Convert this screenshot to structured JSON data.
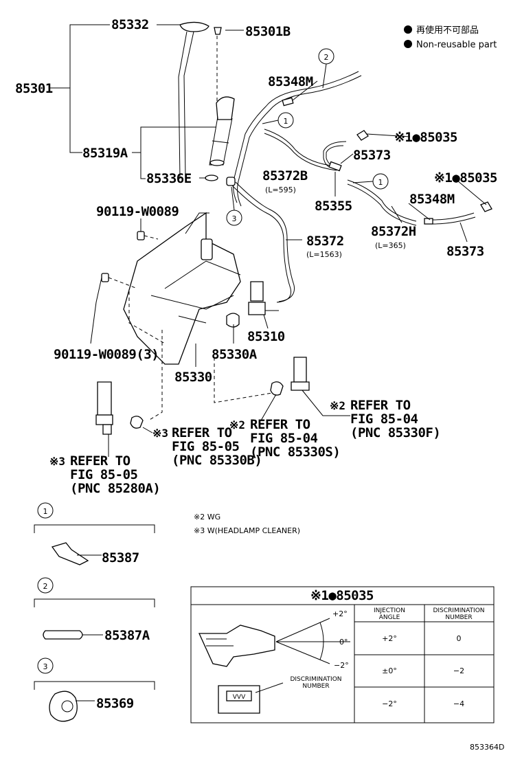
{
  "legend": {
    "reuse_jp": "再使用不可部品",
    "reuse_en": "Non-reusable part"
  },
  "labels": {
    "p85332": "85332",
    "p85301B": "85301B",
    "p85301": "85301",
    "p85319A": "85319A",
    "p85336E": "85336E",
    "p85348M_top": "85348M",
    "p85035_a": "※1●85035",
    "p85373_a": "85373",
    "p85372B": "85372B",
    "p85372B_len": "(L=595)",
    "p85355": "85355",
    "p85035_b": "※1●85035",
    "p85348M_b": "85348M",
    "p85372H": "85372H",
    "p85372H_len": "(L=365)",
    "p85373_b": "85373",
    "p90119_a": "90119-W0089",
    "p85372": "85372",
    "p85372_len": "(L=1563)",
    "p85310": "85310",
    "p90119_b": "90119-W0089(3)",
    "p85330A": "85330A",
    "p85330": "85330",
    "ref2a_mark": "※2",
    "ref2a_l1": "REFER TO",
    "ref2a_l2": "FIG 85-04",
    "ref2a_l3": "(PNC 85330F)",
    "ref2b_mark": "※2",
    "ref2b_l1": "REFER TO",
    "ref2b_l2": "FIG 85-04",
    "ref2b_l3": "(PNC 85330S)",
    "ref3a_mark": "※3",
    "ref3a_l1": "REFER TO",
    "ref3a_l2": "FIG 85-05",
    "ref3a_l3": "(PNC 85330B)",
    "ref3b_mark": "※3",
    "ref3b_l1": "REFER TO",
    "ref3b_l2": "FIG 85-05",
    "ref3b_l3": "(PNC 85280A)",
    "note2": "※2 WG",
    "note3": "※3 W(HEADLAMP CLEANER)",
    "p85387": "85387",
    "p85387A": "85387A",
    "p85369": "85369",
    "callout1": "1",
    "callout2": "2",
    "callout3": "3",
    "diagram_id": "853364D"
  },
  "inset": {
    "title": "※1●85035",
    "angle_plus": "+2°",
    "angle_zero": "0°",
    "angle_minus": "−2°",
    "disc_label_1": "DISCRIMINATION",
    "disc_label_2": "NUMBER",
    "col_angle_1": "INJECTION",
    "col_angle_2": "ANGLE",
    "col_num_1": "DISCRIMINATION",
    "col_num_2": "NUMBER",
    "rows": [
      {
        "angle": "+2°",
        "num": "0"
      },
      {
        "angle": "±0°",
        "num": "−2"
      },
      {
        "angle": "−2°",
        "num": "−4"
      }
    ]
  }
}
